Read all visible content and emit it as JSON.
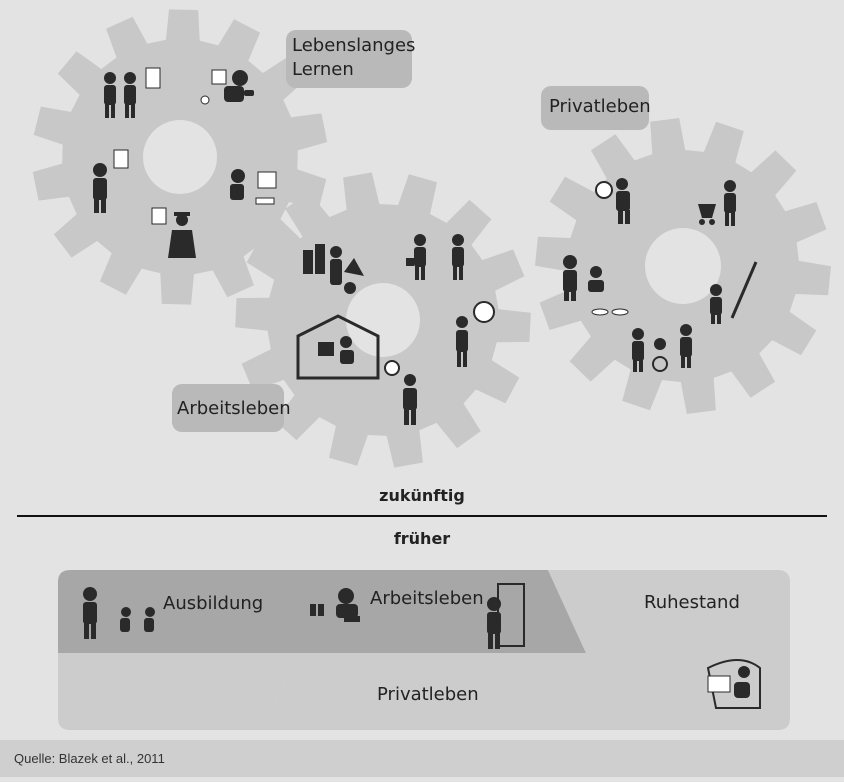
{
  "gears": {
    "left_label": "Lebenslanges Lernen",
    "left_label_line1": "Lebenslanges",
    "left_label_line2": "Lernen",
    "middle_label": "Arbeitsleben",
    "right_label": "Privatleben"
  },
  "headings": {
    "future": "zukünftig",
    "past": "früher"
  },
  "timeline": {
    "segment1": "Ausbildung",
    "segment2": "Arbeitsleben",
    "segment3": "Ruhestand",
    "bottom_band": "Privatleben"
  },
  "source": "Quelle: Blazek et al., 2011",
  "colors": {
    "background": "#e3e3e3",
    "gear": "#c8c8c8",
    "label_box": "#b9b9b9",
    "dark_segment": "#a7a7a7",
    "light_segment": "#cccccc",
    "figure": "#2a2a2a"
  }
}
